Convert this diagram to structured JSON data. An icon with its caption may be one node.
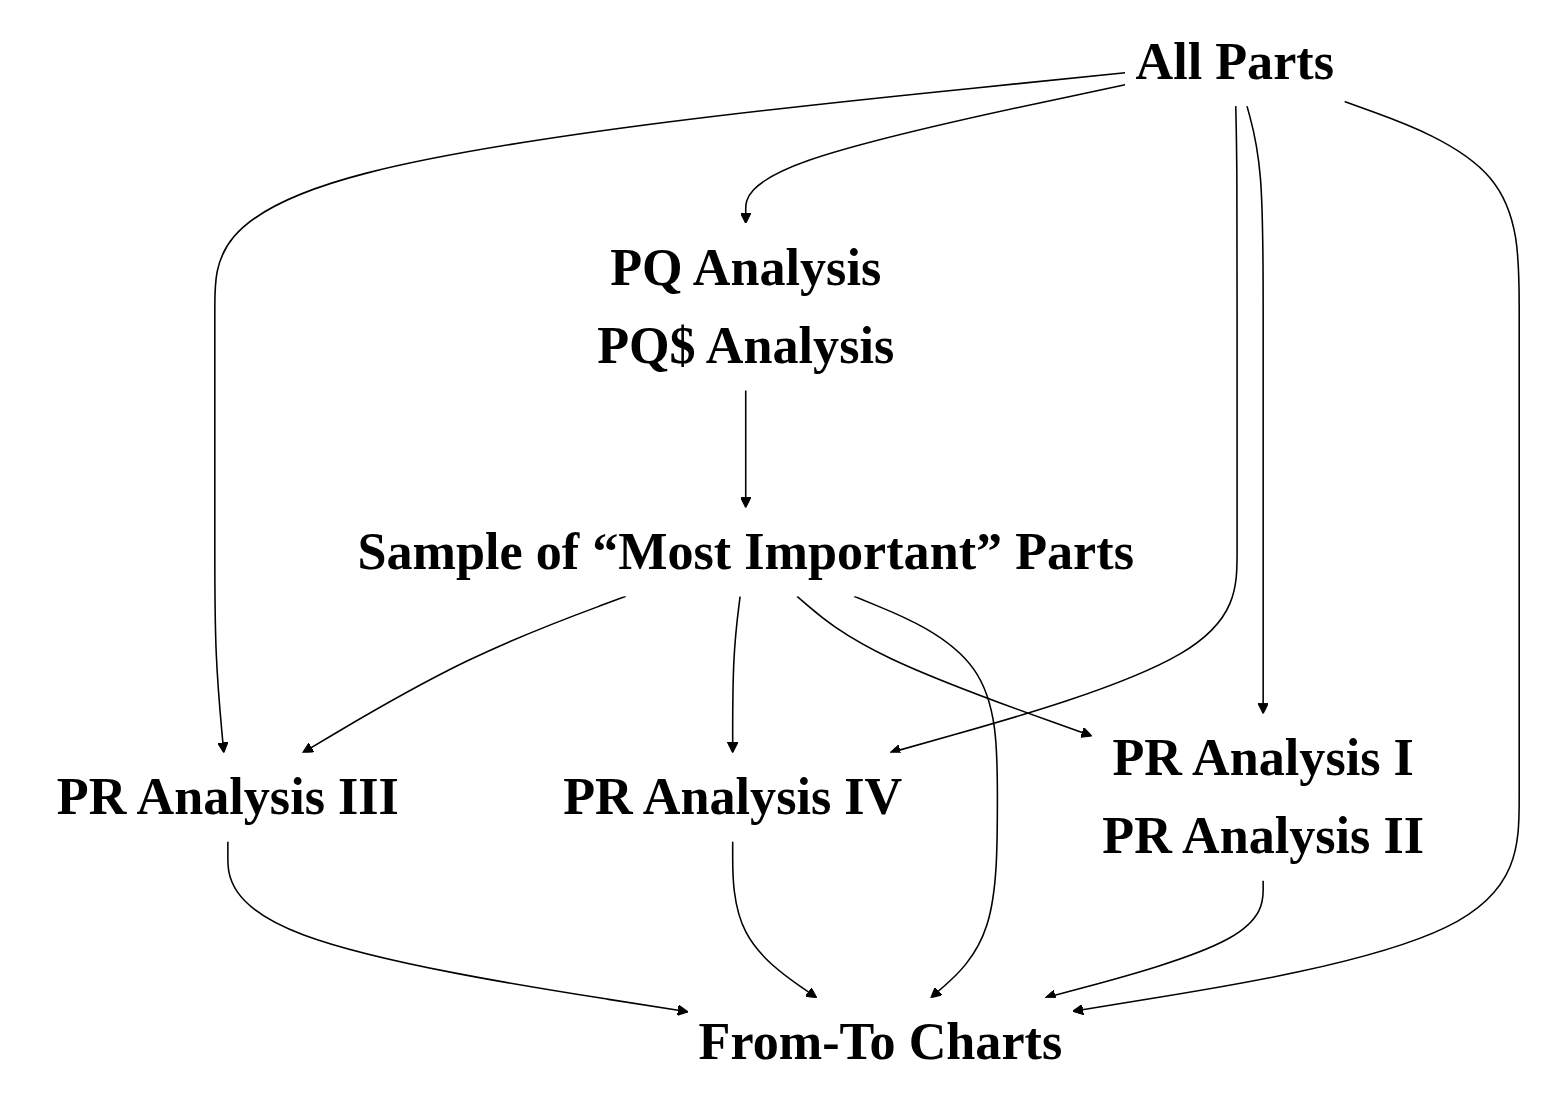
{
  "diagram": {
    "nodes": [
      {
        "text": [
          "All Parts"
        ]
      },
      {
        "text": [
          "PR Analysis III"
        ]
      },
      {
        "text": [
          "PQ Analysis",
          "PQ$ Analysis"
        ]
      },
      {
        "text": [
          "Sample of “Most Important” Parts"
        ]
      },
      {
        "text": [
          "PR Analysis IV"
        ]
      },
      {
        "text": [
          "PR Analysis I",
          "PR Analysis II"
        ]
      },
      {
        "text": [
          "From-To Charts"
        ]
      }
    ],
    "edges": [
      {
        "from": 0,
        "to": 1,
        "arrow": "to"
      },
      {
        "from": 0,
        "to": 2,
        "arrow": "to"
      },
      {
        "from": 0,
        "to": 4,
        "arrow": "to"
      },
      {
        "from": 0,
        "to": 5,
        "arrow": "to"
      },
      {
        "from": 0,
        "to": 6,
        "arrow": "to"
      },
      {
        "from": 2,
        "to": 3,
        "arrow": "to"
      },
      {
        "from": 3,
        "to": 1,
        "arrow": "to"
      },
      {
        "from": 3,
        "to": 4,
        "arrow": "to"
      },
      {
        "from": 3,
        "to": 5,
        "arrow": "to"
      },
      {
        "from": 3,
        "to": 6,
        "arrow": "to"
      },
      {
        "from": 5,
        "to": 6,
        "arrow": "to"
      },
      {
        "from": 4,
        "to": 6,
        "arrow": "to"
      },
      {
        "from": 1,
        "to": 6,
        "arrow": "to"
      }
    ]
  }
}
